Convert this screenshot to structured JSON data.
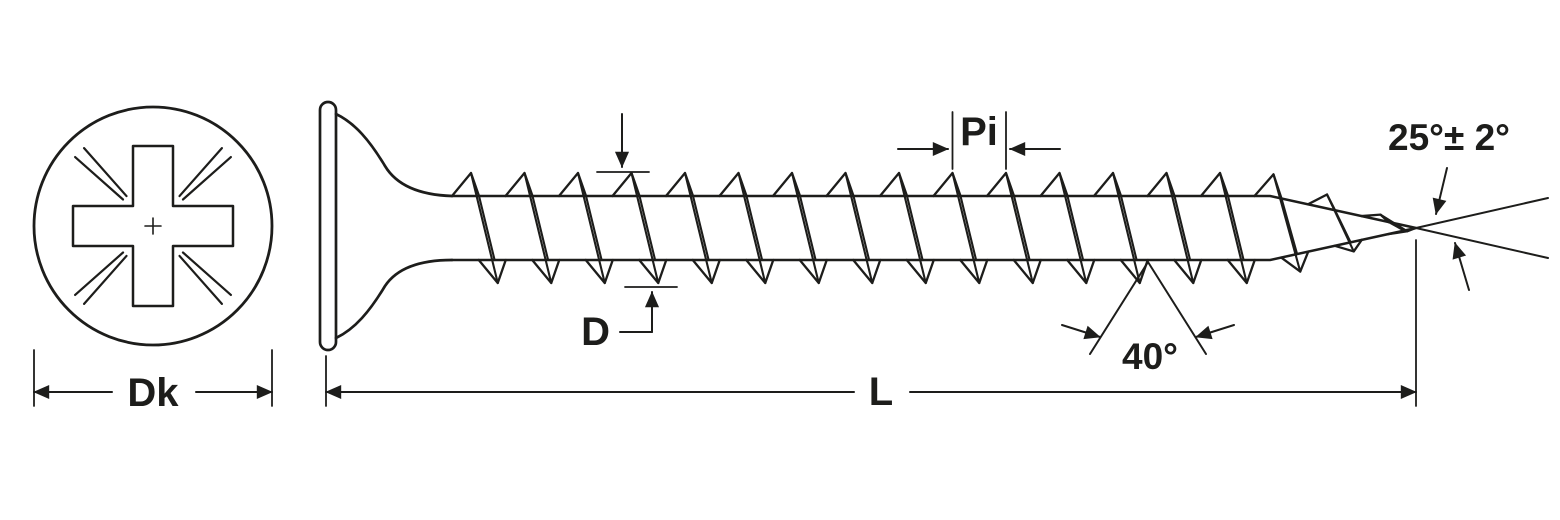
{
  "labels": {
    "head_diameter": "Dk",
    "thread_diameter": "D",
    "pitch": "Pi",
    "length": "L",
    "thread_angle": "40°",
    "tip_angle": "25°± 2°"
  },
  "colors": {
    "line": "#1d1d1b",
    "background": "#ffffff"
  }
}
